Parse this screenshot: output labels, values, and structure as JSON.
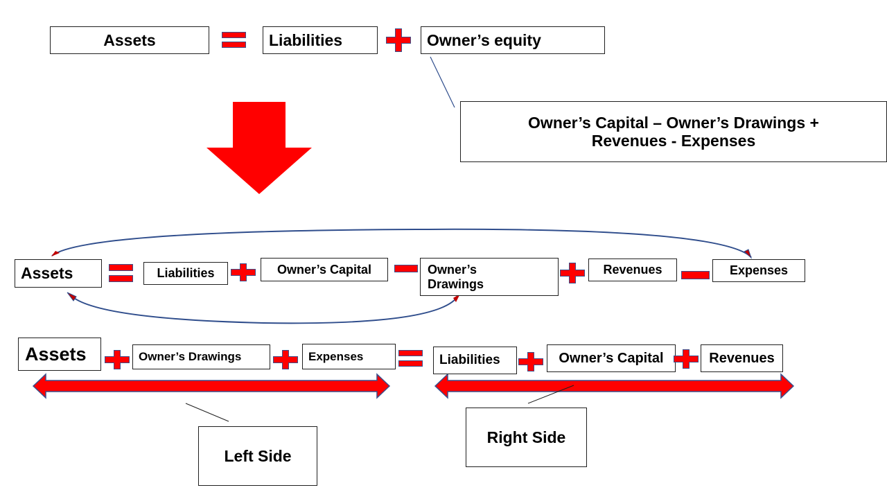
{
  "equation1": {
    "assets": "Assets",
    "liabilities": "Liabilities",
    "owners_equity": "Owner’s equity"
  },
  "equity_expansion": "Owner’s Capital – Owner’s Drawings + Revenues - Expenses",
  "equation2": {
    "assets": "Assets",
    "liabilities": "Liabilities",
    "owners_capital": "Owner’s Capital",
    "owners_drawings": "Owner’s Drawings",
    "revenues": "Revenues",
    "expenses": "Expenses"
  },
  "equation3": {
    "assets": "Assets",
    "owners_drawings": "Owner’s Drawings",
    "expenses": "Expenses",
    "liabilities": "Liabilities",
    "owners_capital": "Owner’s Capital",
    "revenues": "Revenues"
  },
  "labels": {
    "left_side": "Left Side",
    "right_side": "Right Side"
  },
  "colors": {
    "operator": "#ff0000",
    "operator_border": "#3a4f8c",
    "arc": "#2f4d8c"
  }
}
